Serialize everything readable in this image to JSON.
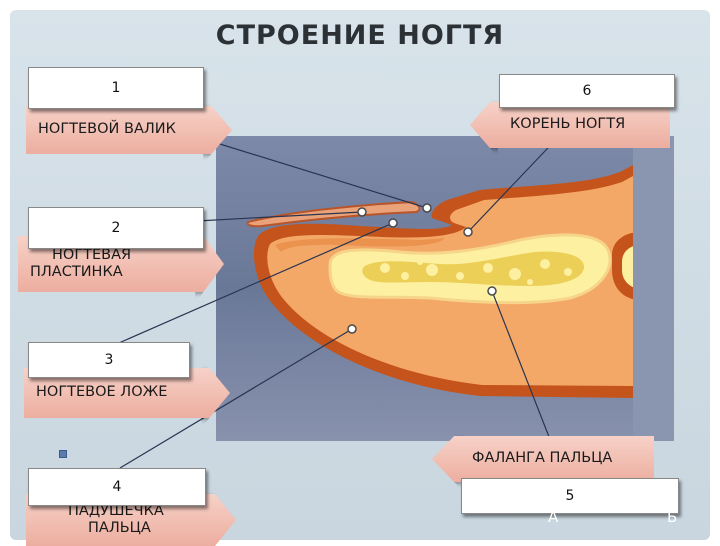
{
  "title": "СТРОЕНИЕ НОГТЯ",
  "number_boxes": [
    "1",
    "2",
    "3",
    "4",
    "5",
    "6"
  ],
  "labels": {
    "nail_fold": "НОГТЕВОЙ ВАЛИК",
    "nail_plate_line1": "НОГТЕВАЯ",
    "nail_plate_line2": "ПЛАСТИНКА",
    "nail_bed": "НОГТЕВОЕ ЛОЖЕ",
    "finger_pad_line1": "ПАДУШЕЧКА",
    "finger_pad_line2": "ПАЛЬЦА",
    "nail_root": "КОРЕНЬ НОГТЯ",
    "phalanx": "ФАЛАНГА ПАЛЬЦА"
  },
  "corner_letters": [
    "А",
    "Б"
  ],
  "colors": {
    "skin": "#f3a867",
    "skin_outline": "#c4541c",
    "bone": "#fdf0a0",
    "marrow": "#e9c94a",
    "photo_bg": "#6d7a9c",
    "arrow_fill": "#eeb4a6"
  }
}
